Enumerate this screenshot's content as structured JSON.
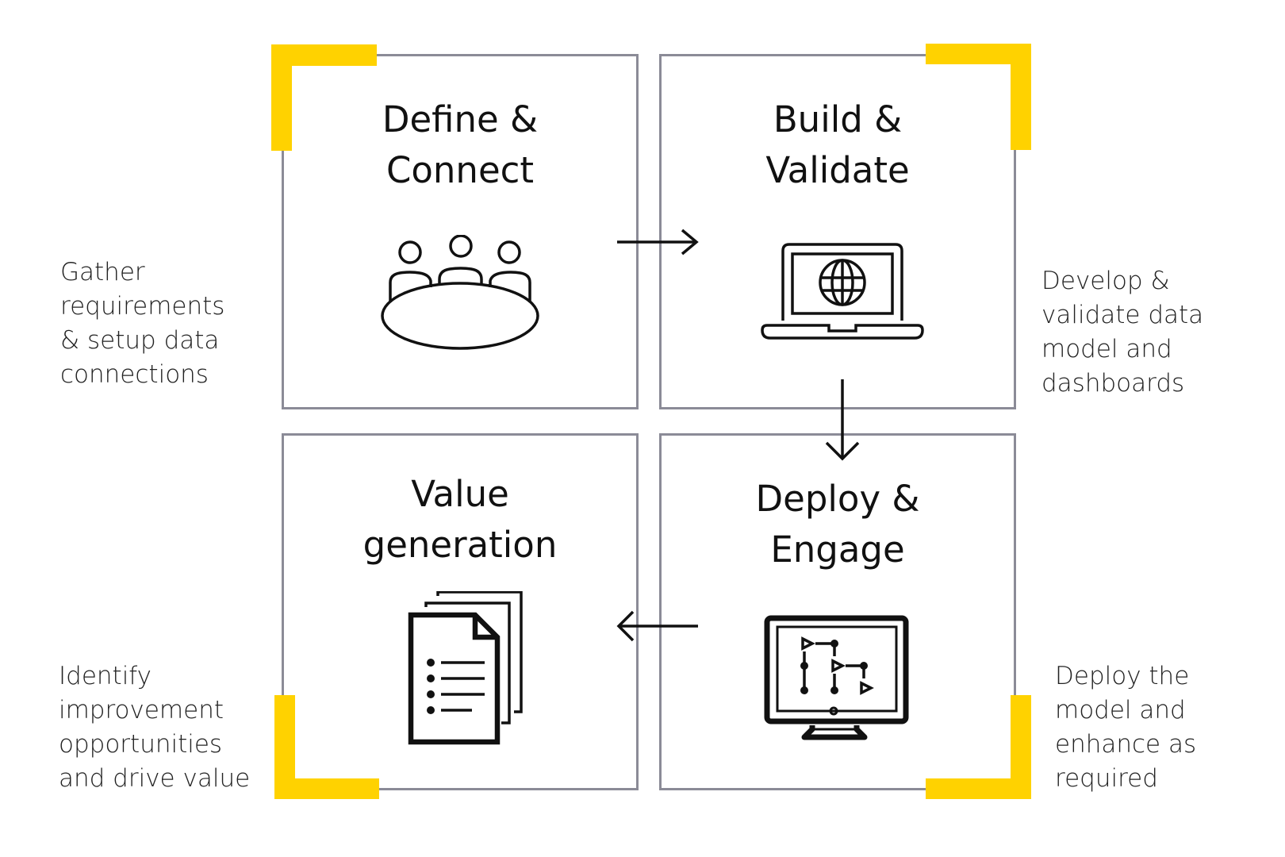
{
  "colors": {
    "accent_yellow": "#ffd200",
    "panel_border": "#8b8b97",
    "text": "#111111"
  },
  "stages": [
    {
      "id": "define-connect",
      "title_lines": [
        "Define &",
        "Connect"
      ],
      "icon": "meeting-table-icon",
      "description_lines": [
        "Gather",
        "requirements",
        "& setup data",
        "connections"
      ]
    },
    {
      "id": "build-validate",
      "title_lines": [
        "Build &",
        "Validate"
      ],
      "icon": "laptop-globe-icon",
      "description_lines": [
        "Develop &",
        "validate data",
        "model and",
        "dashboards"
      ]
    },
    {
      "id": "value-generation",
      "title_lines": [
        "Value",
        "generation"
      ],
      "icon": "documents-list-icon",
      "description_lines": [
        "Identify",
        "improvement",
        "opportunities",
        "and drive value"
      ]
    },
    {
      "id": "deploy-engage",
      "title_lines": [
        "Deploy &",
        "Engage"
      ],
      "icon": "monitor-workflow-icon",
      "description_lines": [
        "Deploy the",
        "model and",
        "enhance as",
        "required"
      ]
    }
  ],
  "flow": [
    {
      "from": "define-connect",
      "to": "build-validate",
      "direction": "right"
    },
    {
      "from": "build-validate",
      "to": "deploy-engage",
      "direction": "down"
    },
    {
      "from": "deploy-engage",
      "to": "value-generation",
      "direction": "left"
    }
  ]
}
